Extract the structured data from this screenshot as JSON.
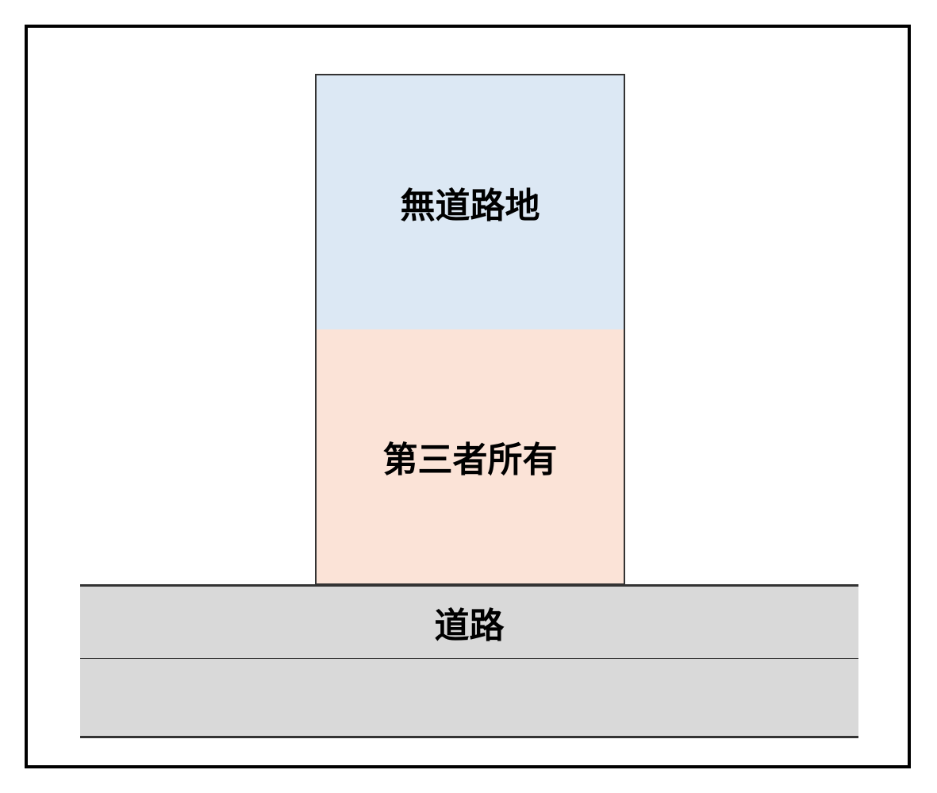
{
  "diagram": {
    "parcels": [
      {
        "label": "無道路地",
        "fill": "#dce8f4"
      },
      {
        "label": "第三者所有",
        "fill": "#fbe3d7"
      }
    ],
    "road": {
      "label": "道路",
      "fill": "#d9d9d9"
    },
    "frame_border": "#000000"
  }
}
